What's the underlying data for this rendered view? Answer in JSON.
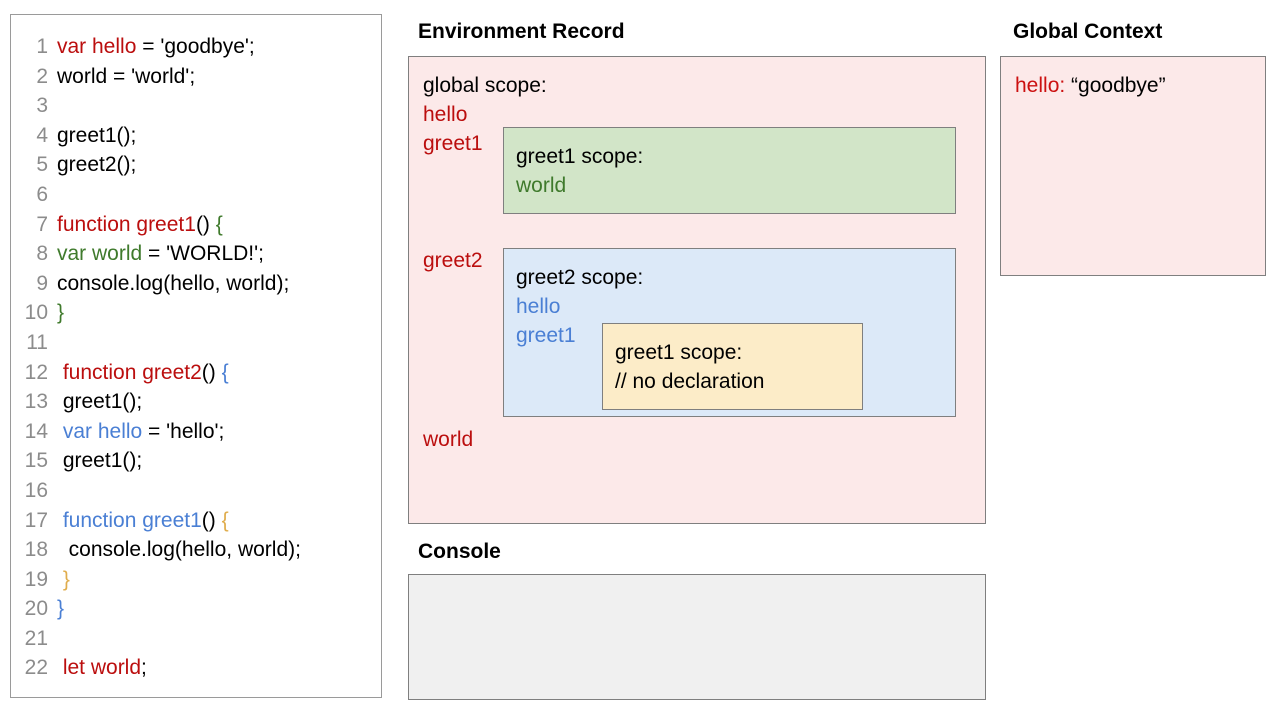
{
  "code_panel": {
    "lines": [
      {
        "num": "1",
        "indent": 0,
        "tokens": [
          {
            "t": "var hello",
            "c": "red"
          },
          {
            "t": " = 'goodbye';",
            "c": "black"
          }
        ]
      },
      {
        "num": "2",
        "indent": 0,
        "tokens": [
          {
            "t": "world = 'world';",
            "c": "black"
          }
        ]
      },
      {
        "num": "3",
        "indent": 0,
        "tokens": []
      },
      {
        "num": "4",
        "indent": 0,
        "tokens": [
          {
            "t": "greet1();",
            "c": "black"
          }
        ]
      },
      {
        "num": "5",
        "indent": 0,
        "tokens": [
          {
            "t": "greet2();",
            "c": "black"
          }
        ]
      },
      {
        "num": "6",
        "indent": 0,
        "tokens": []
      },
      {
        "num": "7",
        "indent": 0,
        "tokens": [
          {
            "t": "function greet1",
            "c": "red"
          },
          {
            "t": "() ",
            "c": "black"
          },
          {
            "t": "{",
            "c": "green"
          }
        ]
      },
      {
        "num": "8",
        "indent": 1,
        "tokens": [
          {
            "t": "var world",
            "c": "green"
          },
          {
            "t": " = 'WORLD!';",
            "c": "black"
          }
        ]
      },
      {
        "num": "9",
        "indent": 1,
        "tokens": [
          {
            "t": "console.log(hello, world);",
            "c": "black"
          }
        ]
      },
      {
        "num": "10",
        "indent": 0,
        "tokens": [
          {
            "t": "}",
            "c": "green"
          }
        ]
      },
      {
        "num": "11",
        "indent": 0,
        "tokens": []
      },
      {
        "num": "12",
        "indent": 0,
        "tokens": [
          {
            "t": " function greet2",
            "c": "red"
          },
          {
            "t": "() ",
            "c": "black"
          },
          {
            "t": "{",
            "c": "blue"
          }
        ]
      },
      {
        "num": "13",
        "indent": 1,
        "tokens": [
          {
            "t": " greet1();",
            "c": "black"
          }
        ]
      },
      {
        "num": "14",
        "indent": 1,
        "tokens": [
          {
            "t": " var hello",
            "c": "blue"
          },
          {
            "t": " = 'hello';",
            "c": "black"
          }
        ]
      },
      {
        "num": "15",
        "indent": 1,
        "tokens": [
          {
            "t": " greet1();",
            "c": "black"
          }
        ]
      },
      {
        "num": "16",
        "indent": 0,
        "tokens": []
      },
      {
        "num": "17",
        "indent": 1,
        "tokens": [
          {
            "t": " function greet1",
            "c": "blue"
          },
          {
            "t": "() ",
            "c": "black"
          },
          {
            "t": "{",
            "c": "amber"
          }
        ]
      },
      {
        "num": "18",
        "indent": 1,
        "tokens": [
          {
            "t": "  console.log(hello, world);",
            "c": "black"
          }
        ]
      },
      {
        "num": "19",
        "indent": 1,
        "tokens": [
          {
            "t": " }",
            "c": "amber"
          }
        ]
      },
      {
        "num": "20",
        "indent": 0,
        "tokens": [
          {
            "t": "}",
            "c": "blue"
          }
        ]
      },
      {
        "num": "21",
        "indent": 0,
        "tokens": []
      },
      {
        "num": "22",
        "indent": 0,
        "tokens": [
          {
            "t": " let world",
            "c": "red"
          },
          {
            "t": ";",
            "c": "black"
          }
        ]
      }
    ]
  },
  "environment_record": {
    "title": "Environment Record",
    "global_scope_heading": "global scope:",
    "bindings": [
      "hello",
      "greet1",
      "greet2",
      "world"
    ],
    "greet1_scope": {
      "heading": "greet1 scope:",
      "binding": "world"
    },
    "greet2_scope": {
      "heading": "greet2 scope:",
      "binding_1": "hello",
      "binding_2": "greet1",
      "nested_greet1_scope": {
        "heading": "greet1 scope:",
        "note": "// no declaration"
      }
    }
  },
  "global_context": {
    "title": "Global Context",
    "entry_key": "hello:",
    "entry_value": "“goodbye”"
  },
  "console": {
    "title": "Console",
    "output": ""
  },
  "colors": {
    "keyword_red": "#bb0e0e",
    "keyword_green": "#3f7a2c",
    "keyword_blue": "#4a7fd4",
    "keyword_amber": "#e0ad4d",
    "global_scope_fill": "#fce9e9",
    "greet1_scope_fill": "#d2e5c8",
    "greet2_scope_fill": "#dce9f8",
    "nested_scope_fill": "#fcecc8",
    "console_fill": "#f0f0f0",
    "border": "#7f7f7f",
    "line_number": "#8c8c8c"
  }
}
